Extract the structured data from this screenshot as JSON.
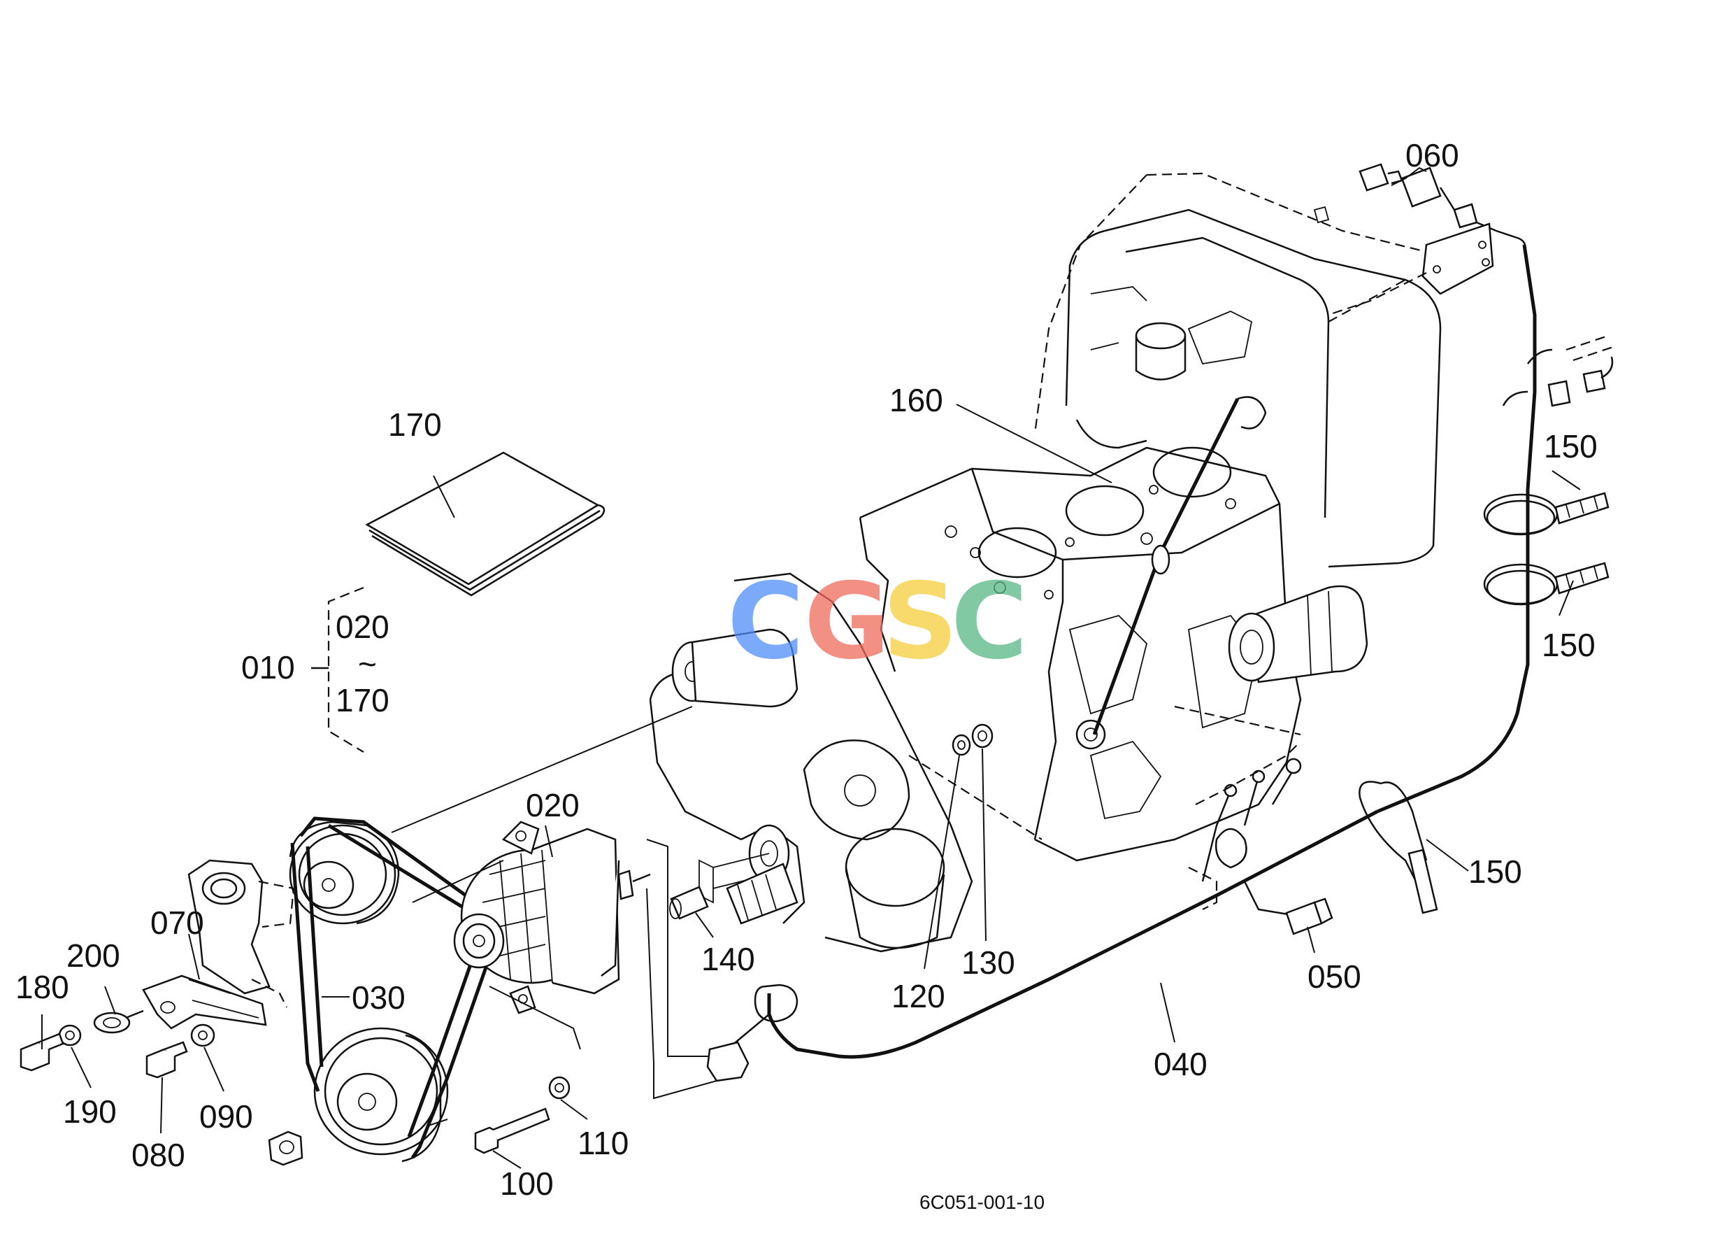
{
  "labels": {
    "p060": "060",
    "p160": "160",
    "p170_top": "170",
    "p150_a": "150",
    "p150_b": "150",
    "p150_c": "150",
    "p010": "010",
    "p020_range": "020",
    "tilde": "~",
    "p170_range": "170",
    "p020": "020",
    "p070": "070",
    "p200": "200",
    "p180": "180",
    "p030": "030",
    "p140": "140",
    "p120": "120",
    "p130": "130",
    "p050": "050",
    "p040": "040",
    "p190": "190",
    "p090": "090",
    "p080": "080",
    "p110": "110",
    "p100": "100"
  },
  "reference_code": "6C051-001-10",
  "watermark": {
    "letters": [
      "C",
      "G",
      "S",
      "C"
    ],
    "colors": [
      "#4e8ef7",
      "#ee6b5c",
      "#f6cd3c",
      "#58b884"
    ]
  }
}
